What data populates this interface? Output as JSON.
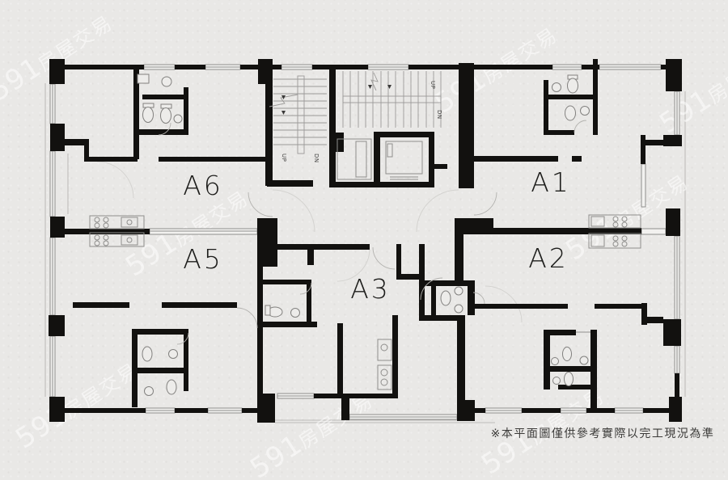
{
  "plan": {
    "units": [
      {
        "id": "A1",
        "label": "A1"
      },
      {
        "id": "A2",
        "label": "A2"
      },
      {
        "id": "A3",
        "label": "A3"
      },
      {
        "id": "A5",
        "label": "A5"
      },
      {
        "id": "A6",
        "label": "A6"
      }
    ],
    "stairs": {
      "up_label": "UP",
      "down_label": "DN"
    },
    "disclaimer": "※本平面圖僅供參考實際以完工現況為準",
    "watermark": {
      "number": "591",
      "suffix": "房屋交易"
    },
    "colors": {
      "background": "#e9e8e6",
      "wall": "#12110f",
      "thin_line": "#8f8e8c",
      "watermark": "#ffffff",
      "unit_label": "#1d1d1b",
      "disclaimer_text": "#3c3b39"
    }
  }
}
